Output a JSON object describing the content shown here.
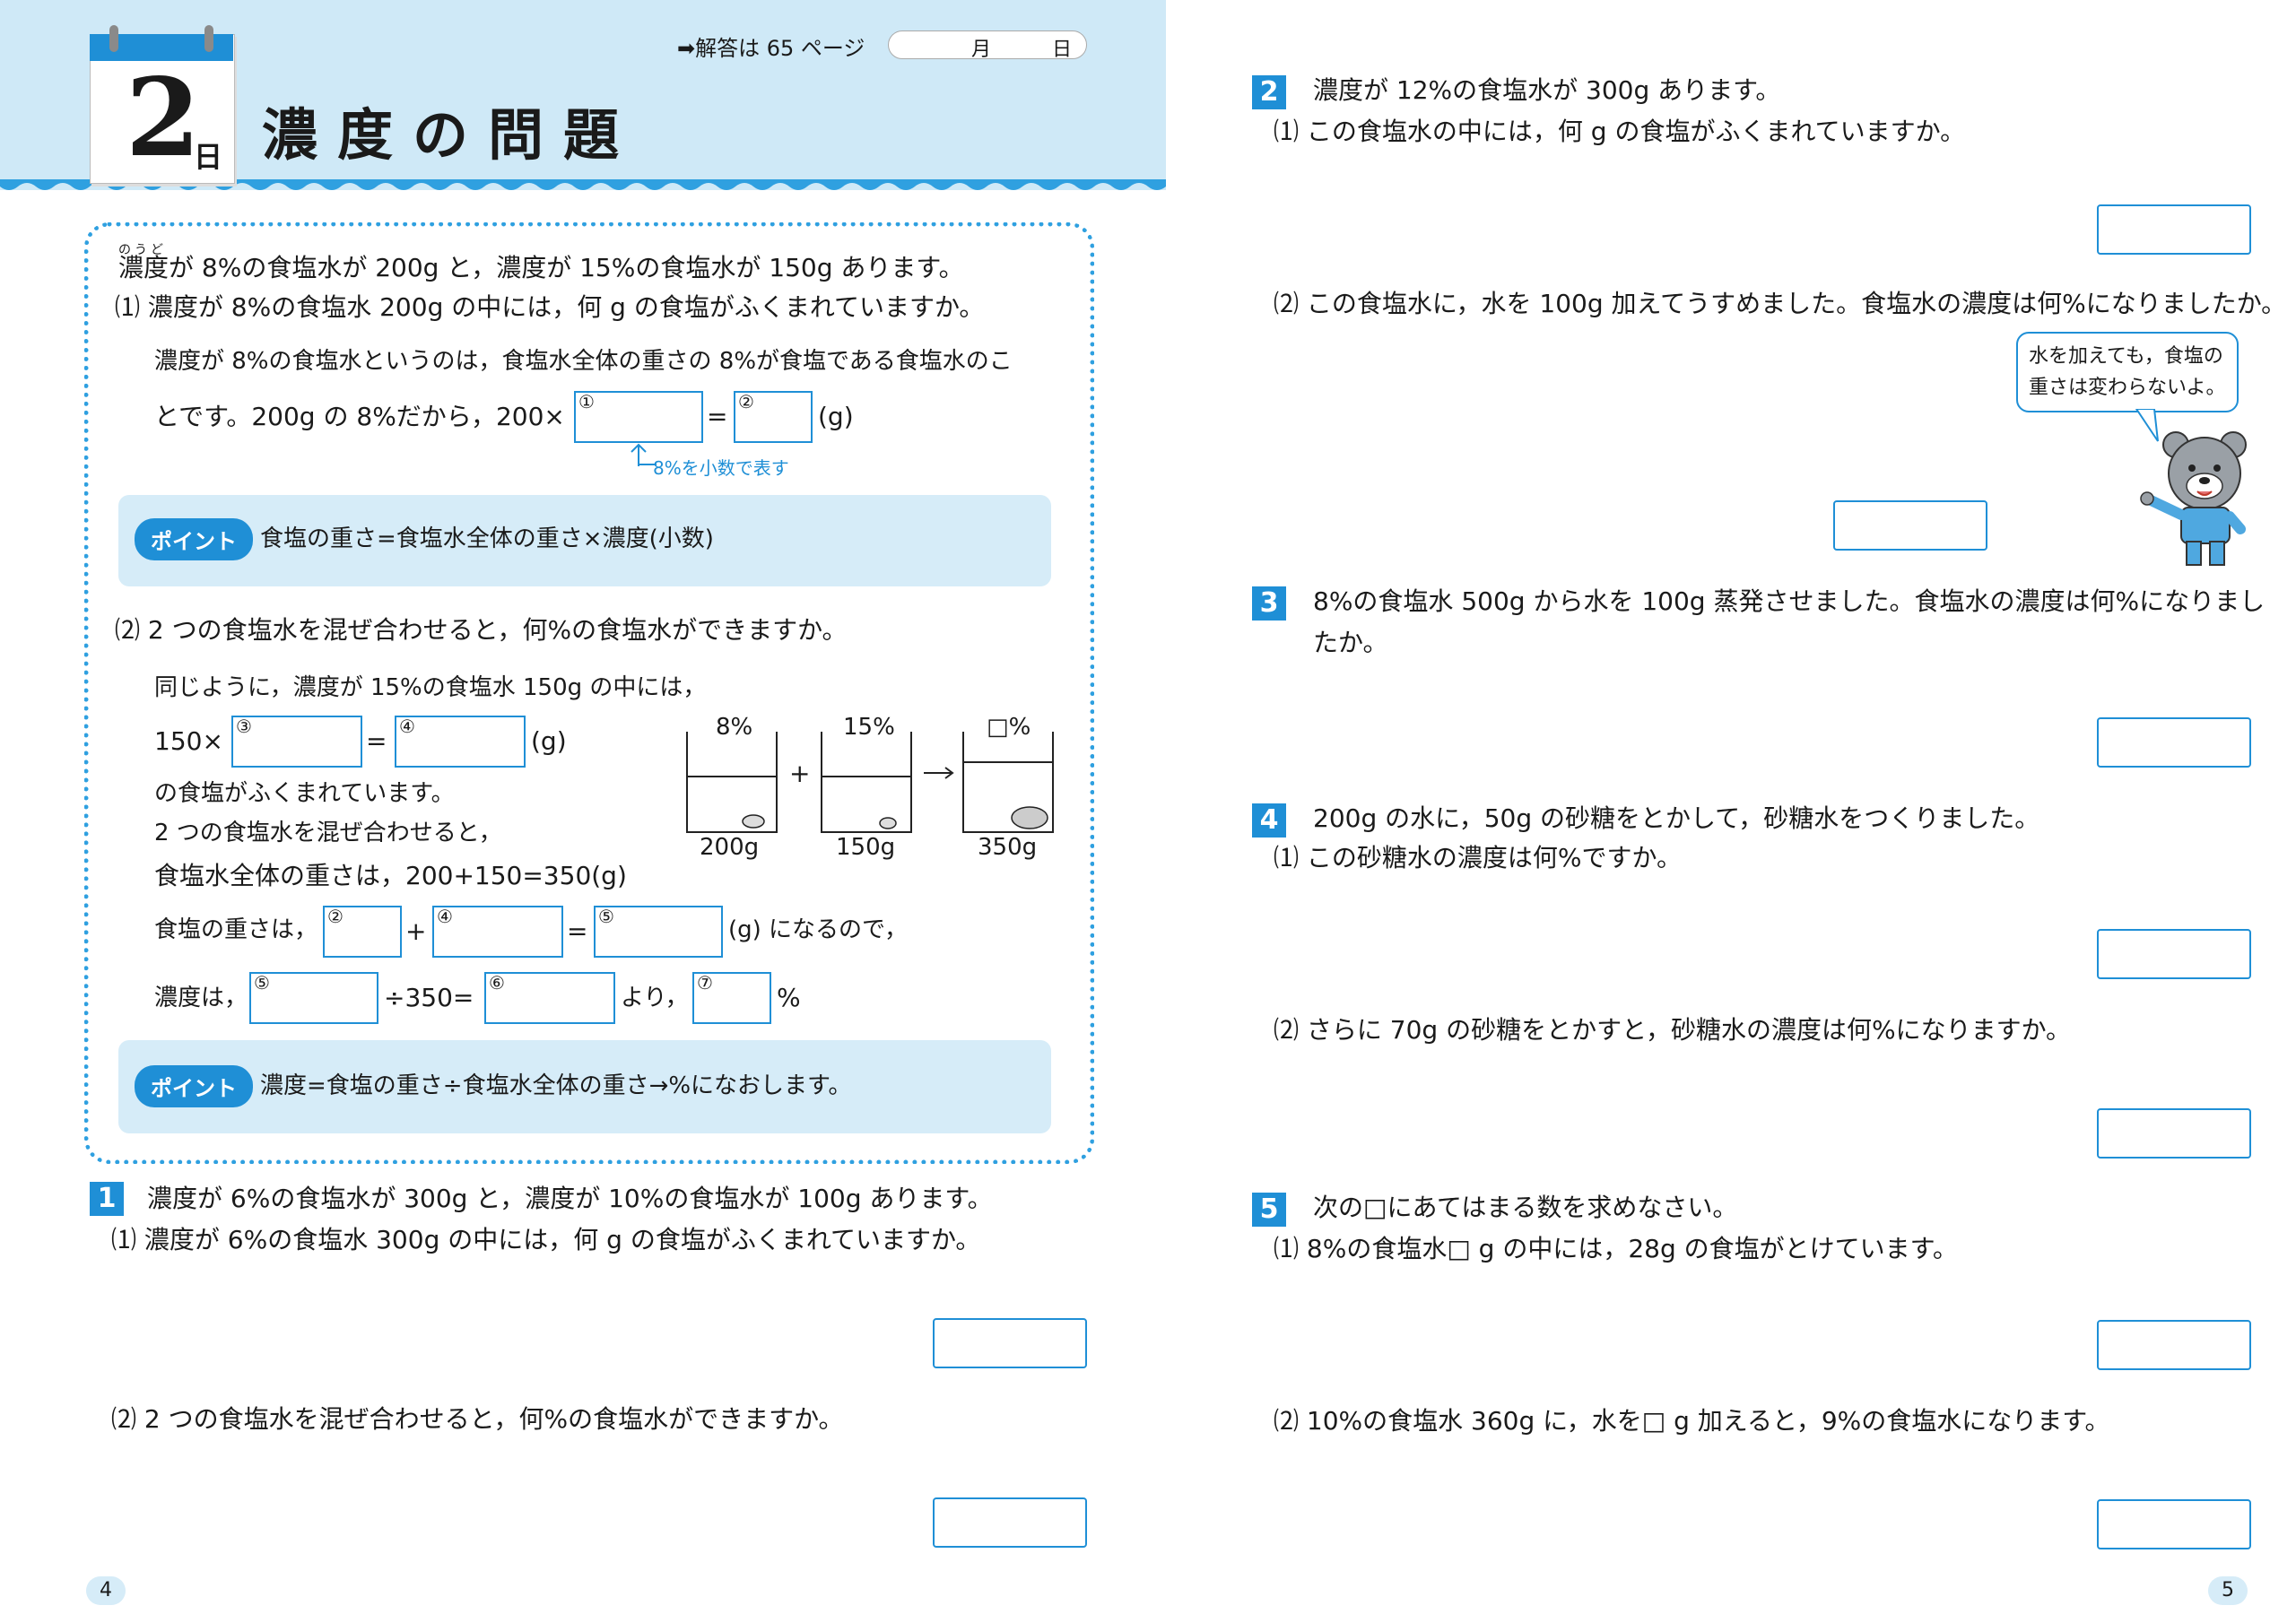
{
  "header": {
    "day_number": "2",
    "day_suffix": "日",
    "title": "濃度の問題",
    "answer_ref": "➡解答は 65 ページ",
    "month_label": "月",
    "day_label": "日"
  },
  "example": {
    "ruby": "のうど",
    "intro": "濃度が 8%の食塩水が 200g と，濃度が 15%の食塩水が 150g あります。",
    "q1": "⑴ 濃度が 8%の食塩水 200g の中には，何 g の食塩がふくまれていますか。",
    "exp1a": "濃度が 8%の食塩水というのは，食塩水全体の重さの 8%が食塩である食塩水のこ",
    "exp1b_pre": "とです。200g の 8%だから，200×",
    "eq": "=",
    "unit_g": "(g)",
    "arrow_note": "8%を小数で表す",
    "point_label": "ポイント",
    "point1": "食塩の重さ=食塩水全体の重さ×濃度(小数)",
    "q2": "⑵ 2 つの食塩水を混ぜ合わせると，何%の食塩水ができますか。",
    "exp2a": "同じように，濃度が 15%の食塩水 150g の中には，",
    "exp2b_pre": "150×",
    "exp2c": "の食塩がふくまれています。",
    "exp2d": "2 つの食塩水を混ぜ合わせると，",
    "exp2e": "食塩水全体の重さは，200+150=350(g)",
    "exp2f_pre": "食塩の重さは，",
    "plus": "+",
    "exp2f_post": "(g) になるので，",
    "exp2g_pre": "濃度は，",
    "div350": "÷350=",
    "yori": "より，",
    "pct": "%",
    "point2": "濃度=食塩の重さ÷食塩水全体の重さ→%になおします。",
    "circled": [
      "①",
      "②",
      "③",
      "④",
      "②",
      "④",
      "⑤",
      "⑤",
      "⑥",
      "⑦"
    ],
    "beakers": {
      "labels": [
        "8%",
        "15%",
        "□%"
      ],
      "weights": [
        "200g",
        "150g",
        "350g"
      ],
      "plus": "+"
    }
  },
  "questions": {
    "q1": {
      "num": "1",
      "text": "濃度が 6%の食塩水が 300g と，濃度が 10%の食塩水が 100g あります。",
      "sub1": "⑴ 濃度が 6%の食塩水 300g の中には，何 g の食塩がふくまれていますか。",
      "sub2": "⑵ 2 つの食塩水を混ぜ合わせると，何%の食塩水ができますか。"
    },
    "q2": {
      "num": "2",
      "text": "濃度が 12%の食塩水が 300g あります。",
      "sub1": "⑴ この食塩水の中には，何 g の食塩がふくまれていますか。",
      "sub2": "⑵ この食塩水に，水を 100g 加えてうすめました。食塩水の濃度は何%になりましたか。",
      "bubble1": "水を加えても，食塩の",
      "bubble2": "重さは変わらないよ。"
    },
    "q3": {
      "num": "3",
      "text1": "8%の食塩水 500g から水を 100g 蒸発させました。食塩水の濃度は何%になりまし",
      "text2": "たか。"
    },
    "q4": {
      "num": "4",
      "text": "200g の水に，50g の砂糖をとかして，砂糖水をつくりました。",
      "sub1": "⑴ この砂糖水の濃度は何%ですか。",
      "sub2": "⑵ さらに 70g の砂糖をとかすと，砂糖水の濃度は何%になりますか。"
    },
    "q5": {
      "num": "5",
      "text": "次の□にあてはまる数を求めなさい。",
      "sub1": "⑴ 8%の食塩水□ g の中には，28g の食塩がとけています。",
      "sub2": "⑵ 10%の食塩水 360g に，水を□ g 加えると，9%の食塩水になります。"
    }
  },
  "page_numbers": {
    "left": "4",
    "right": "5"
  },
  "colors": {
    "accent": "#1f8fd6",
    "band": "#cfe9f7",
    "point_band": "#d6ecf8"
  }
}
